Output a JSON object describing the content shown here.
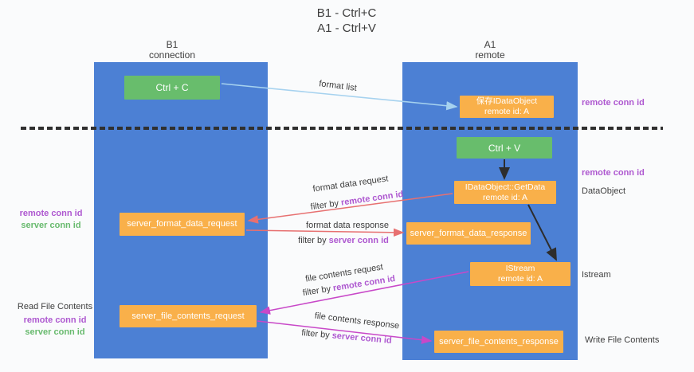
{
  "title": {
    "line1": "B1 - Ctrl+C",
    "line2": "A1 - Ctrl+V"
  },
  "columns": {
    "left": {
      "name": "B1",
      "role": "connection"
    },
    "right": {
      "name": "A1",
      "role": "remote"
    }
  },
  "boxes": {
    "ctrl_c": {
      "label": "Ctrl + C"
    },
    "save_dataobject": {
      "line1": "保存IDataObject",
      "line2": "remote id: A"
    },
    "ctrl_v": {
      "label": "Ctrl + V"
    },
    "getdata": {
      "line1": "IDataObject::GetData",
      "line2": "remote id: A"
    },
    "server_format_data_request": {
      "label": "server_format_data_request"
    },
    "server_format_data_response": {
      "label": "server_format_data_response"
    },
    "istream": {
      "line1": "IStream",
      "line2": "remote id: A"
    },
    "server_file_contents_request": {
      "label": "server_file_contents_request"
    },
    "server_file_contents_response": {
      "label": "server_file_contents_response"
    }
  },
  "arrow_labels": {
    "format_list": "format list",
    "format_data_request": "format data request",
    "format_data_request_filter": {
      "prefix": "filter by ",
      "key": "remote conn id"
    },
    "format_data_response": "format data response",
    "format_data_response_filter": {
      "prefix": "filter by ",
      "key": "server conn id"
    },
    "file_contents_request": "file contents request",
    "file_contents_request_filter": {
      "prefix": "filter by ",
      "key": "remote conn id"
    },
    "file_contents_response": "file contents response",
    "file_contents_response_filter": {
      "prefix": "filter by ",
      "key": "server conn id"
    }
  },
  "side_labels": {
    "remote_conn_id_top": "remote conn id",
    "remote_conn_id_mid": "remote conn id",
    "dataobject": "DataObject",
    "istream": "Istream",
    "write_file_contents": "Write File Contents",
    "left_mid": {
      "line1": "remote conn id",
      "line2": "server conn id"
    },
    "left_bottom": {
      "line1": "Read File Contents",
      "line2": "remote conn id",
      "line3": "server conn id"
    }
  },
  "colors": {
    "column_blue": "#4c80d4",
    "box_green": "#68bd6c",
    "box_orange": "#f9b04a",
    "arrow_lightblue": "#a6d2ef",
    "arrow_red": "#e77070",
    "arrow_magenta": "#c848c8",
    "arrow_black": "#2d2d2d",
    "label_purple": "#ae58d0",
    "label_green": "#68ba6e"
  }
}
